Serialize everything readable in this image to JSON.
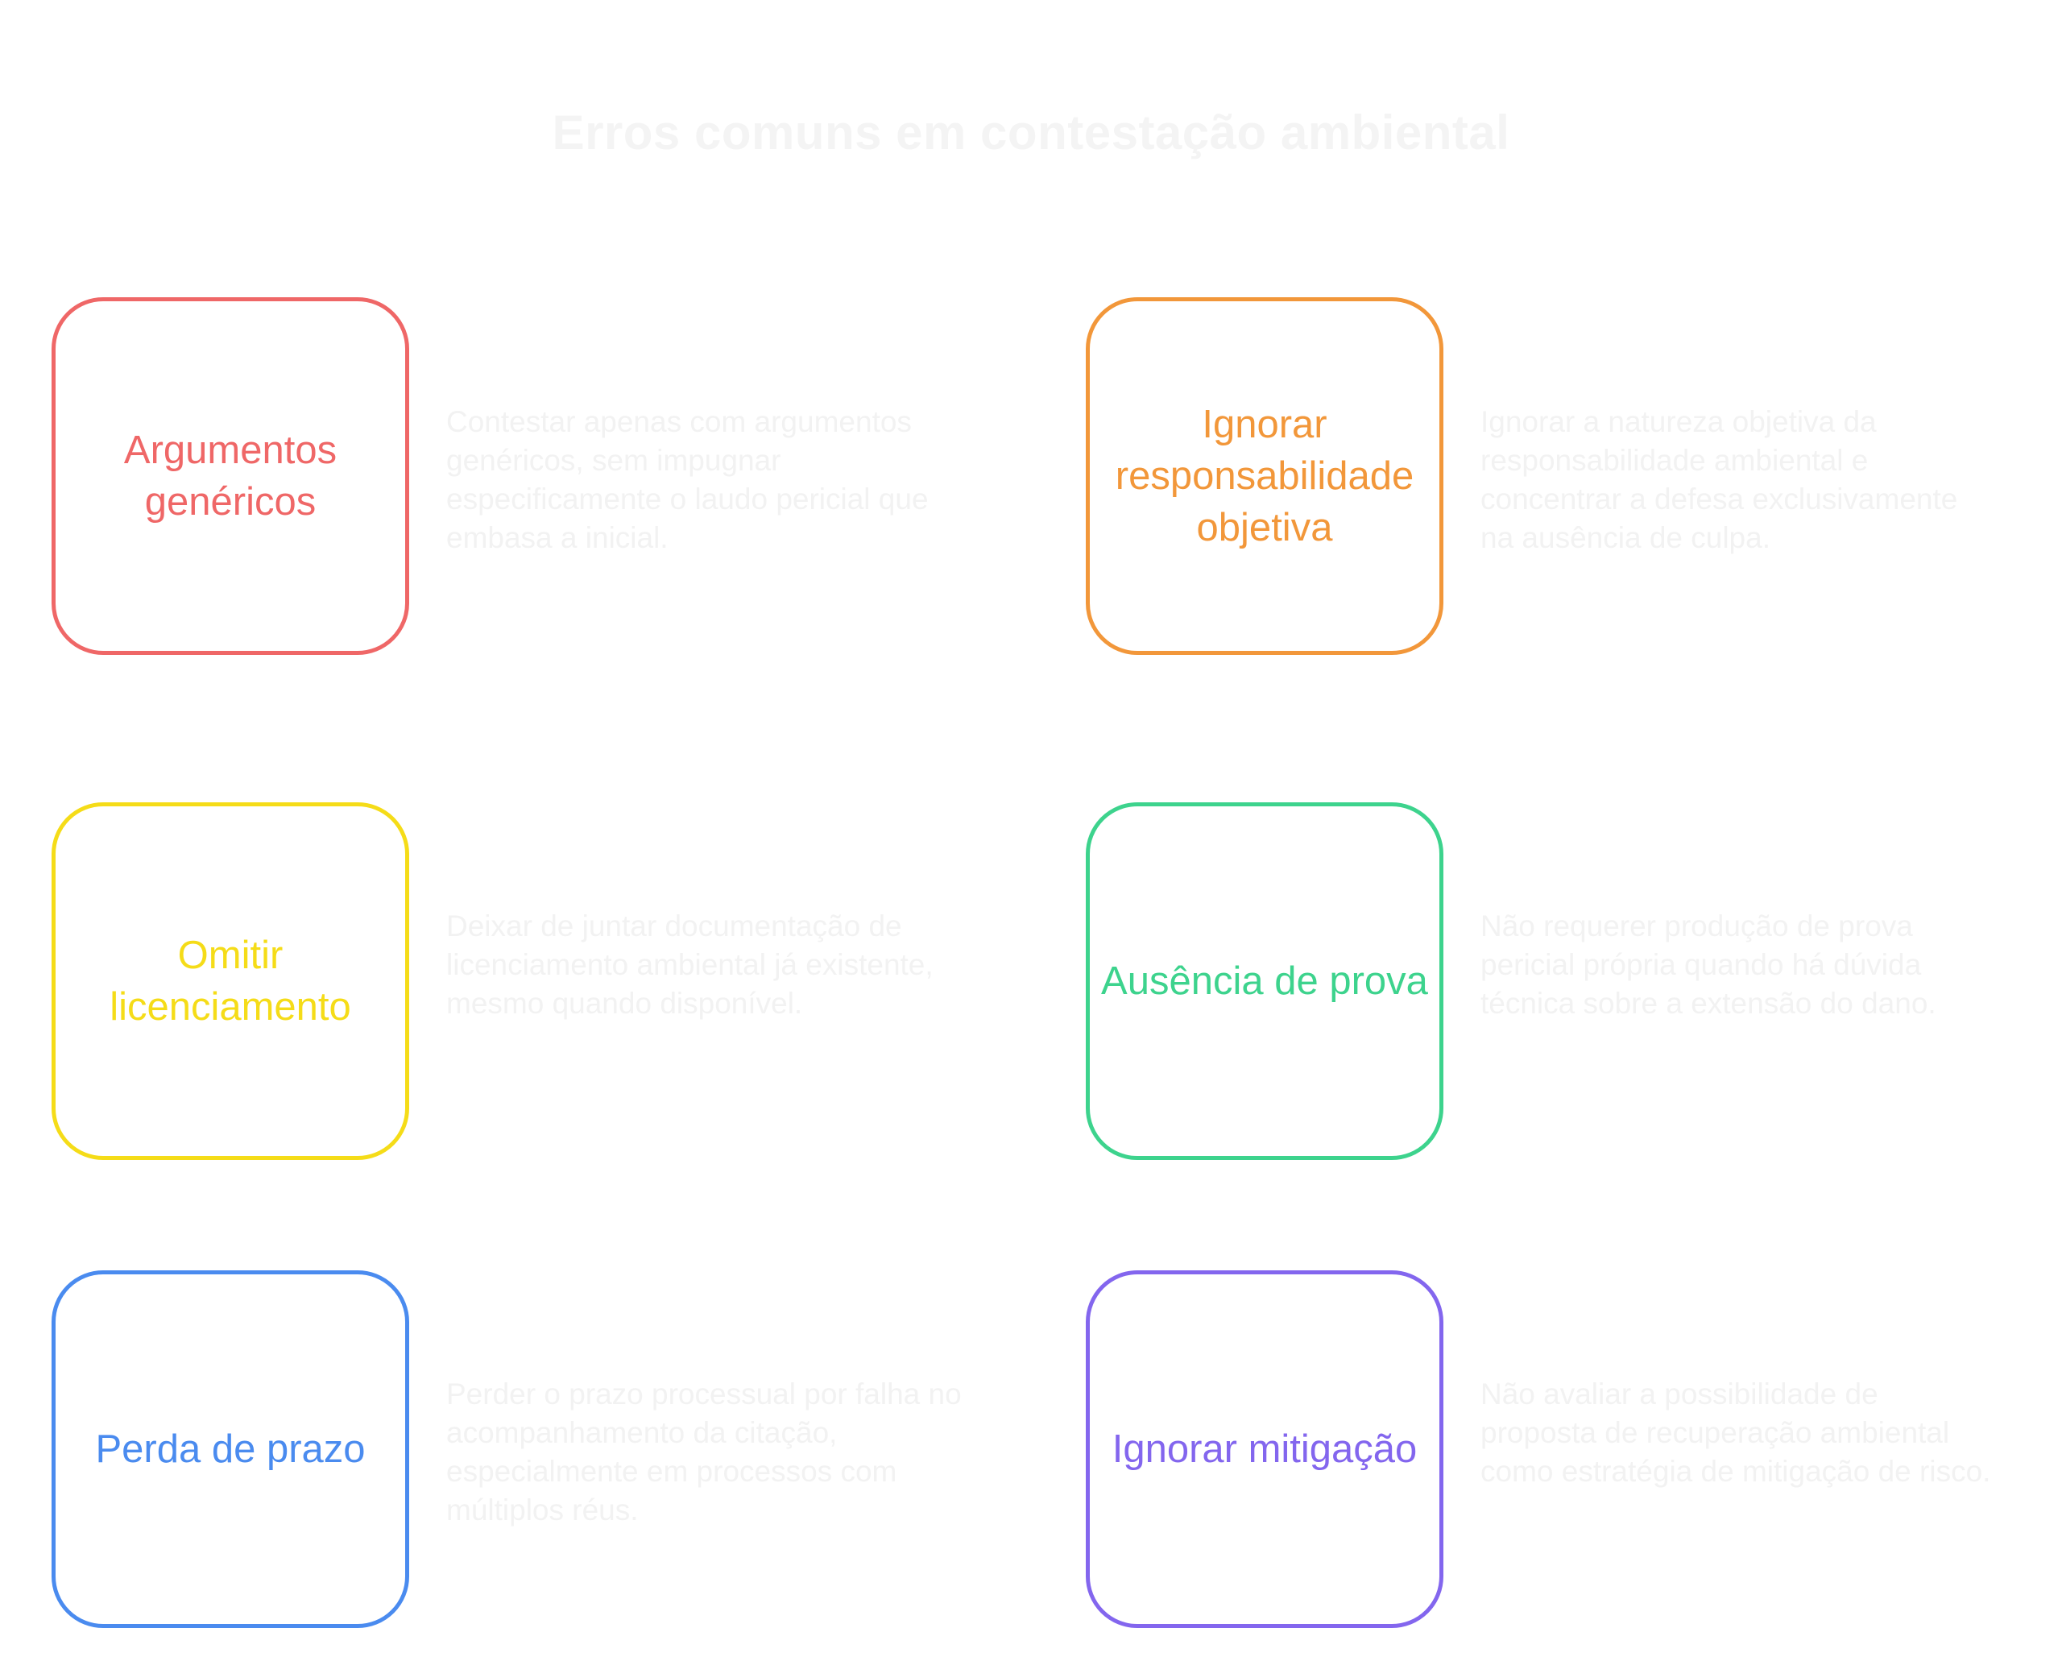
{
  "title": "Erros comuns em contestação ambiental",
  "items": [
    {
      "label": "Argumentos genéricos",
      "color": "#ef6767",
      "description": "Contestar apenas com argumentos genéricos, sem impugnar especificamente o laudo pericial que embasa a inicial."
    },
    {
      "label": "Ignorar responsabilidade objetiva",
      "color": "#f2973a",
      "description": "Ignorar a natureza objetiva da responsabilidade ambiental e concentrar a defesa exclusivamente na ausência de culpa."
    },
    {
      "label": "Omitir licenciamento",
      "color": "#f5dc18",
      "description": "Deixar de juntar documentação de licenciamento ambiental já existente, mesmo quando disponível."
    },
    {
      "label": "Ausência de prova",
      "color": "#3dd38d",
      "description": "Não requerer produção de prova pericial própria quando há dúvida técnica sobre a extensão do dano."
    },
    {
      "label": "Perda de prazo",
      "color": "#4a8bef",
      "description": "Perder o prazo processual por falha no acompanhamento da citação, especialmente em processos com múltiplos réus."
    },
    {
      "label": "Ignorar mitigação",
      "color": "#8366ee",
      "description": "Não avaliar a possibilidade de proposta de recuperação ambiental como estratégia de mitigação de risco."
    }
  ]
}
